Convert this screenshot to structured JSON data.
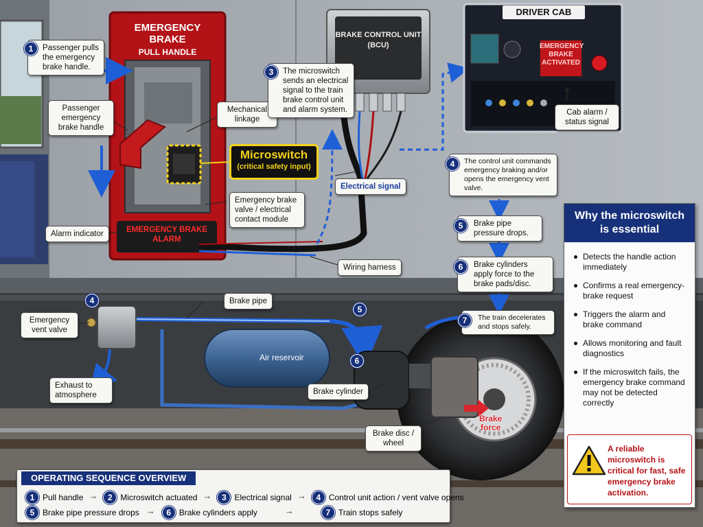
{
  "handle_box": {
    "title": [
      "EMERGENCY",
      "BRAKE"
    ],
    "subtitle": "PULL HANDLE",
    "alarm": [
      "EMERGENCY BRAKE",
      "ALARM"
    ]
  },
  "bcu": {
    "title": [
      "BRAKE CONTROL UNIT",
      "(BCU)"
    ]
  },
  "driver_cab": {
    "title": "DRIVER CAB",
    "screen_text": [
      "EMERGENCY",
      "BRAKE",
      "ACTIVATED"
    ]
  },
  "microswitch": {
    "title": "Microswitch",
    "subtitle": "(critical safety input)"
  },
  "callouts": {
    "step1": {
      "num": "1",
      "text": "Passenger pulls the emergency brake handle."
    },
    "handle": "Passenger emergency brake handle",
    "mech_linkage": "Mechanical linkage",
    "valve_module": "Emergency brake valve / electrical contact module",
    "alarm_indicator": "Alarm indicator",
    "step3": {
      "num": "3",
      "text": "The microswitch sends an electrical signal to the train brake control unit and alarm system."
    },
    "electrical_signal": "Electrical signal",
    "wiring_harness": "Wiring harness",
    "cab_alarm": "Cab alarm / status signal",
    "step4": {
      "num": "4",
      "text": "The control unit commands emergency braking and/or opens the emergency vent valve."
    },
    "step5": {
      "num": "5",
      "text": "Brake pipe pressure drops."
    },
    "step6": {
      "num": "6",
      "text": "Brake cylinders apply force to the brake pads/disc."
    },
    "step7": {
      "num": "7",
      "text": "The train decelerates and stops safely."
    },
    "brake_pipe": "Brake pipe",
    "vent_valve": "Emergency vent valve",
    "vent_num": "4",
    "pipe_num": "5",
    "cyl_num": "6",
    "exhaust": "Exhaust to atmosphere",
    "air_reservoir": "Air reservoir",
    "brake_cylinder": "Brake cylinder",
    "brake_disc": "Brake disc / wheel",
    "brake_force": [
      "Brake",
      "force"
    ]
  },
  "why": {
    "title": [
      "Why the microswitch",
      "is essential"
    ],
    "items": [
      "Detects the handle action immediately",
      "Confirms a real emergency-brake request",
      "Triggers the alarm and brake command",
      "Allows monitoring and fault diagnostics",
      "If the microswitch fails, the emergency brake command may not be detected correctly"
    ],
    "warning": "A reliable microswitch is critical for fast, safe emergency brake activation."
  },
  "sequence": {
    "title": "OPERATING SEQUENCE OVERVIEW",
    "steps": [
      {
        "num": "1",
        "text": "Pull handle"
      },
      {
        "num": "2",
        "text": "Microswitch actuated"
      },
      {
        "num": "3",
        "text": "Electrical signal"
      },
      {
        "num": "4",
        "text": "Control unit action / vent valve opens"
      },
      {
        "num": "5",
        "text": "Brake pipe pressure drops"
      },
      {
        "num": "6",
        "text": "Brake cylinders apply"
      },
      {
        "num": "7",
        "text": "Train stops safely"
      }
    ]
  },
  "colors": {
    "accent_red": "#b31217",
    "navy": "#17307a",
    "signal_blue": "#1f5fd6",
    "highlight_yellow": "#f2d21b"
  }
}
